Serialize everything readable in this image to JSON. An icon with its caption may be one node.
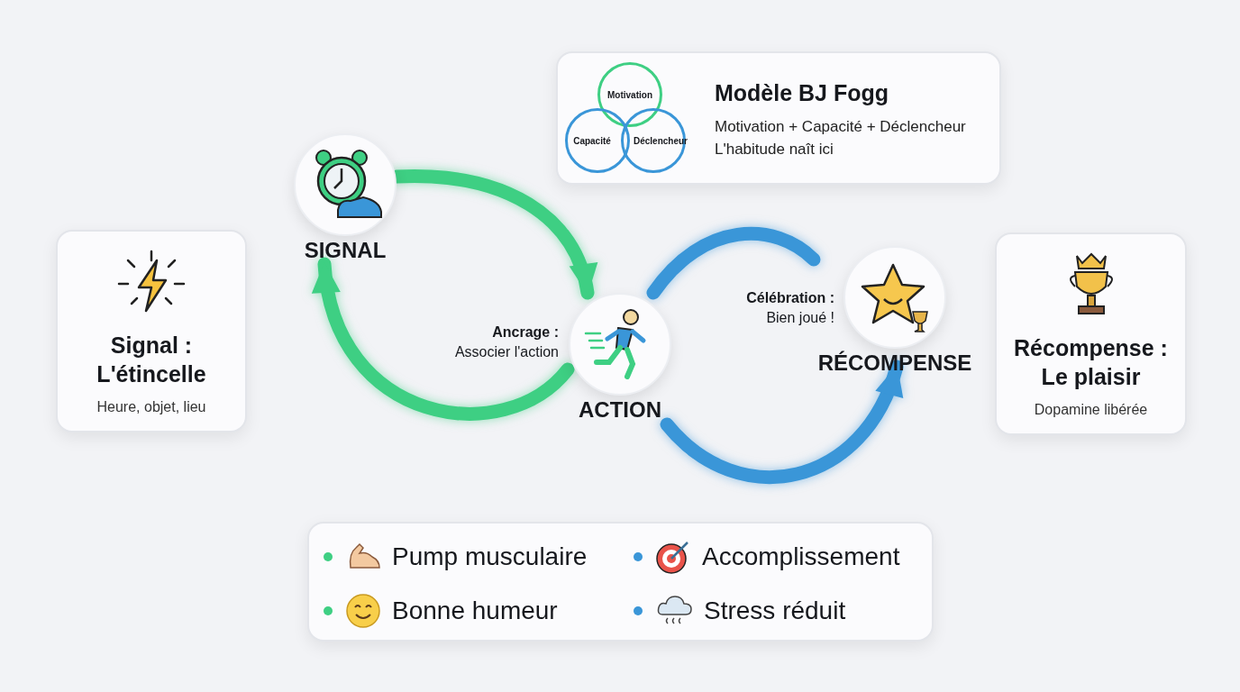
{
  "diagram": {
    "nodes": [
      {
        "text": [
          "Signal : L'étincelle",
          "Heure, objet, lieu"
        ]
      },
      {
        "text": [
          "Modèle BJ Fogg",
          "Motivation + Capacité + Déclencheur",
          "L'habitude naît ici"
        ]
      },
      {
        "text": [
          "Motivation"
        ],
        "in": 1
      },
      {
        "text": [
          "Capacité"
        ],
        "in": 1
      },
      {
        "text": [
          "Déclencheur"
        ],
        "in": 1
      },
      {
        "text": [
          "SIGNAL"
        ]
      },
      {
        "text": [
          "ACTION"
        ],
        "beside": [
          "**Ancrage :** Associer l'action"
        ]
      },
      {
        "text": [
          "RÉCOMPENSE"
        ],
        "beside": [
          "**Célébration :** Bien joué !"
        ]
      },
      {
        "text": [
          "Récompense : Le plaisir",
          "Dopamine libérée"
        ]
      },
      {
        "text": [
          "Pump musculaire",
          "Accomplissement",
          "Bonne humeur",
          "Stress réduit"
        ]
      }
    ],
    "edges": [
      {
        "from": 5,
        "to": 6,
        "arrow": "to",
        "color": "#3ecf83"
      },
      {
        "from": 6,
        "to": 5,
        "arrow": "to",
        "color": "#3ecf83"
      },
      {
        "from": 6,
        "to": 7,
        "arrow": "none",
        "color": "#3a96d8"
      },
      {
        "from": 6,
        "to": 7,
        "arrow": "to",
        "color": "#3a96d8"
      }
    ]
  }
}
